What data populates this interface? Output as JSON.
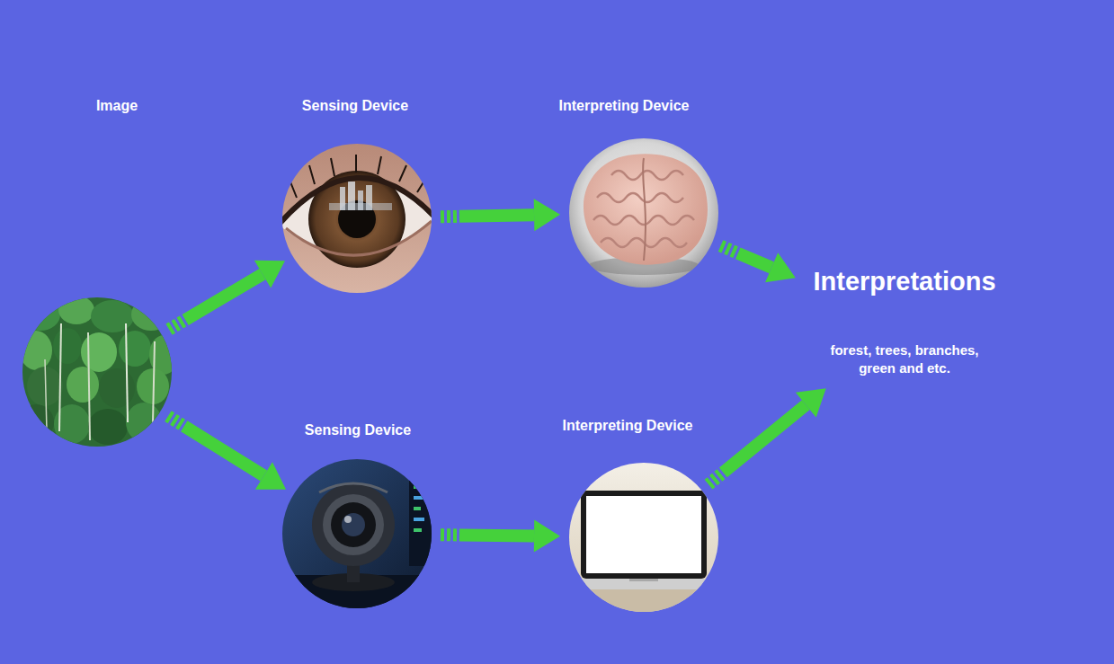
{
  "diagram": {
    "nodes": [
      {
        "text": [
          "Image"
        ]
      },
      {
        "text": [
          "Sensing Device"
        ]
      },
      {
        "text": [
          "Interpreting Device"
        ]
      },
      {
        "text": [
          "Interpretations",
          "forest, trees, branches, green and etc."
        ]
      },
      {
        "text": [
          "Sensing Device"
        ]
      },
      {
        "text": [
          "Interpreting Device"
        ]
      }
    ],
    "edges": [
      {
        "from": 0,
        "to": 1,
        "arrow": "to"
      },
      {
        "from": 1,
        "to": 2,
        "arrow": "to"
      },
      {
        "from": 2,
        "to": 3,
        "arrow": "to"
      },
      {
        "from": 0,
        "to": 4,
        "arrow": "to"
      },
      {
        "from": 4,
        "to": 5,
        "arrow": "to"
      },
      {
        "from": 5,
        "to": 3,
        "arrow": "to"
      }
    ]
  }
}
